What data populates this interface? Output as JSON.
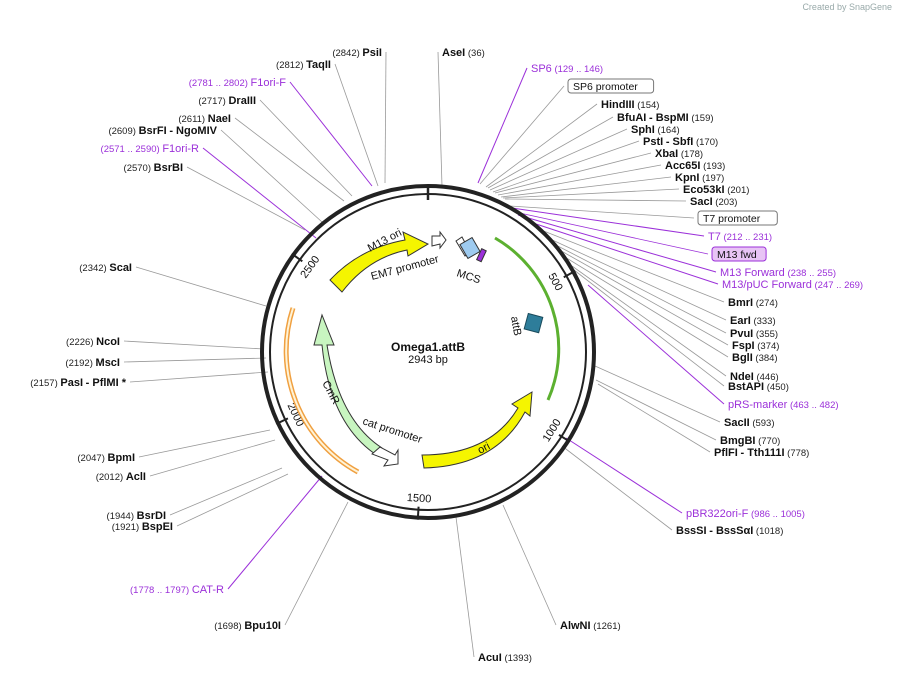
{
  "credit": "Created by SnapGene",
  "title": "Omega1.attB",
  "subtitle": "2943 bp",
  "ticks": [
    "500",
    "1000",
    "1500",
    "2000",
    "2500"
  ],
  "colors": {
    "ori": "#f5f500",
    "cmr": "#c8f5c0",
    "attb": "#2e7d9a",
    "mcs": "#9ecbf0",
    "orange": "#f0a040",
    "green": "#5cb030",
    "purple": "#9b30d9"
  },
  "features": {
    "m13ori": "M13 ori",
    "em7": "EM7 promoter",
    "mcs": "MCS",
    "attb": "attB",
    "cmr": "CmR",
    "cat": "cat promoter",
    "ori": "ori"
  },
  "labels": [
    {
      "name": "PsiI",
      "pos": "(2842)",
      "posFirst": true
    },
    {
      "name": "TaqII",
      "pos": "(2812)",
      "posFirst": true
    },
    {
      "name": "F1ori-F",
      "pos": "(2781 .. 2802)",
      "posFirst": true,
      "purple": true
    },
    {
      "name": "DraIII",
      "pos": "(2717)",
      "posFirst": true
    },
    {
      "name": "NaeI",
      "pos": "(2611)",
      "posFirst": true
    },
    {
      "name": "BsrFI",
      "pos": "(2609)",
      "posFirst": true,
      "extra": "- NgoMIV"
    },
    {
      "name": "F1ori-R",
      "pos": "(2571 .. 2590)",
      "posFirst": true,
      "purple": true
    },
    {
      "name": "BsrBI",
      "pos": "(2570)",
      "posFirst": true
    },
    {
      "name": "ScaI",
      "pos": "(2342)",
      "posFirst": true
    },
    {
      "name": "NcoI",
      "pos": "(2226)",
      "posFirst": true
    },
    {
      "name": "MscI",
      "pos": "(2192)",
      "posFirst": true
    },
    {
      "name": "PasI",
      "pos": "(2157)",
      "posFirst": true,
      "extra": "- PflMI *"
    },
    {
      "name": "BpmI",
      "pos": "(2047)",
      "posFirst": true
    },
    {
      "name": "AclI",
      "pos": "(2012)",
      "posFirst": true
    },
    {
      "name": "BsrDI",
      "pos": "(1944)",
      "posFirst": true
    },
    {
      "name": "BspEI",
      "pos": "(1921)",
      "posFirst": true
    },
    {
      "name": "CAT-R",
      "pos": "(1778 .. 1797)",
      "posFirst": true,
      "purple": true
    },
    {
      "name": "Bpu10I",
      "pos": "(1698)",
      "posFirst": true
    },
    {
      "name": "AseI",
      "pos": "(36)"
    },
    {
      "name": "SP6",
      "pos": "(129 .. 146)",
      "purple": true
    },
    {
      "name": "SP6 promoter",
      "box": true
    },
    {
      "name": "HindIII",
      "pos": "(154)"
    },
    {
      "name": "BfuAI",
      "pos": "(159)",
      "extra": "- BspMI"
    },
    {
      "name": "SphI",
      "pos": "(164)"
    },
    {
      "name": "PstI",
      "pos": "(170)",
      "extra": "- SbfI"
    },
    {
      "name": "XbaI",
      "pos": "(178)"
    },
    {
      "name": "Acc65I",
      "pos": "(193)"
    },
    {
      "name": "KpnI",
      "pos": "(197)"
    },
    {
      "name": "Eco53kI",
      "pos": "(201)"
    },
    {
      "name": "SacI",
      "pos": "(203)"
    },
    {
      "name": "T7 promoter",
      "box": true
    },
    {
      "name": "T7",
      "pos": "(212 .. 231)",
      "purple": true
    },
    {
      "name": "M13 fwd",
      "boxPurple": true
    },
    {
      "name": "M13 Forward",
      "pos": "(238 .. 255)",
      "purple": true
    },
    {
      "name": "M13/pUC Forward",
      "pos": "(247 .. 269)",
      "purple": true
    },
    {
      "name": "BmrI",
      "pos": "(274)"
    },
    {
      "name": "EarI",
      "pos": "(333)"
    },
    {
      "name": "PvuI",
      "pos": "(355)"
    },
    {
      "name": "FspI",
      "pos": "(374)"
    },
    {
      "name": "BglI",
      "pos": "(384)"
    },
    {
      "name": "NdeI",
      "pos": "(446)"
    },
    {
      "name": "BstAPI",
      "pos": "(450)"
    },
    {
      "name": "pRS-marker",
      "pos": "(463 .. 482)",
      "purple": true
    },
    {
      "name": "SacII",
      "pos": "(593)"
    },
    {
      "name": "BmgBI",
      "pos": "(770)"
    },
    {
      "name": "PflFI",
      "pos": "(778)",
      "extra": "- Tth111I"
    },
    {
      "name": "pBR322ori-F",
      "pos": "(986 .. 1005)",
      "purple": true
    },
    {
      "name": "BssSI",
      "pos": "(1018)",
      "extra": "- BssSαI"
    },
    {
      "name": "AlwNI",
      "pos": "(1261)"
    },
    {
      "name": "AcuI",
      "pos": "(1393)"
    }
  ]
}
